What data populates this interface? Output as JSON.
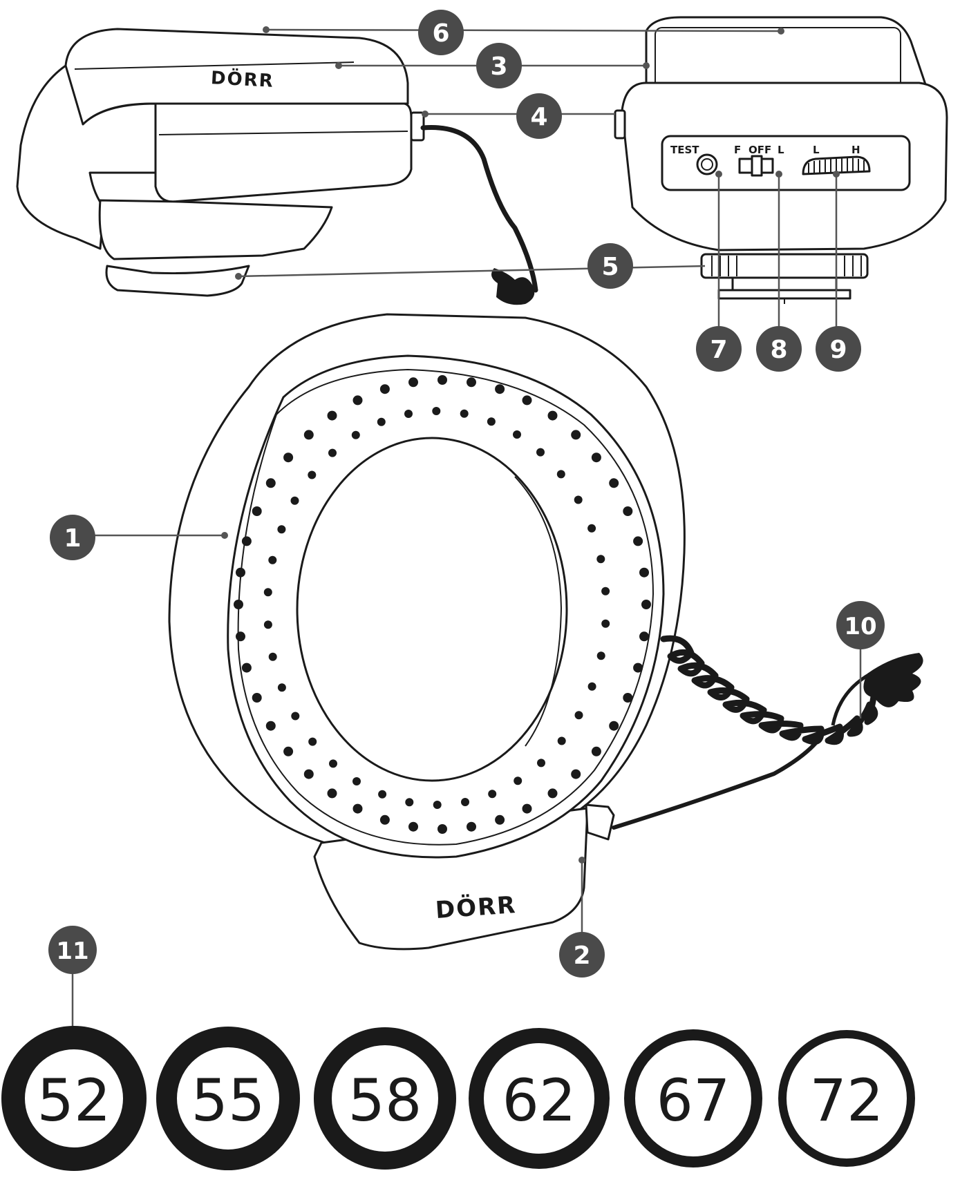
{
  "brand_label": "DÖRR",
  "callouts": [
    {
      "id": "1",
      "label": "1"
    },
    {
      "id": "2",
      "label": "2"
    },
    {
      "id": "3",
      "label": "3"
    },
    {
      "id": "4",
      "label": "4"
    },
    {
      "id": "5",
      "label": "5"
    },
    {
      "id": "6",
      "label": "6"
    },
    {
      "id": "7",
      "label": "7"
    },
    {
      "id": "8",
      "label": "8"
    },
    {
      "id": "9",
      "label": "9"
    },
    {
      "id": "10",
      "label": "10"
    },
    {
      "id": "11",
      "label": "11"
    }
  ],
  "control_panel": {
    "test_label": "TEST",
    "mode_labels": [
      "F",
      "OFF",
      "L"
    ],
    "power_labels": [
      "L",
      "H"
    ]
  },
  "adapter_rings": [
    "52",
    "55",
    "58",
    "62",
    "67",
    "72"
  ],
  "colors": {
    "callout_fill": "#4a4a4a",
    "line": "#1a1a1a",
    "background": "#ffffff"
  }
}
